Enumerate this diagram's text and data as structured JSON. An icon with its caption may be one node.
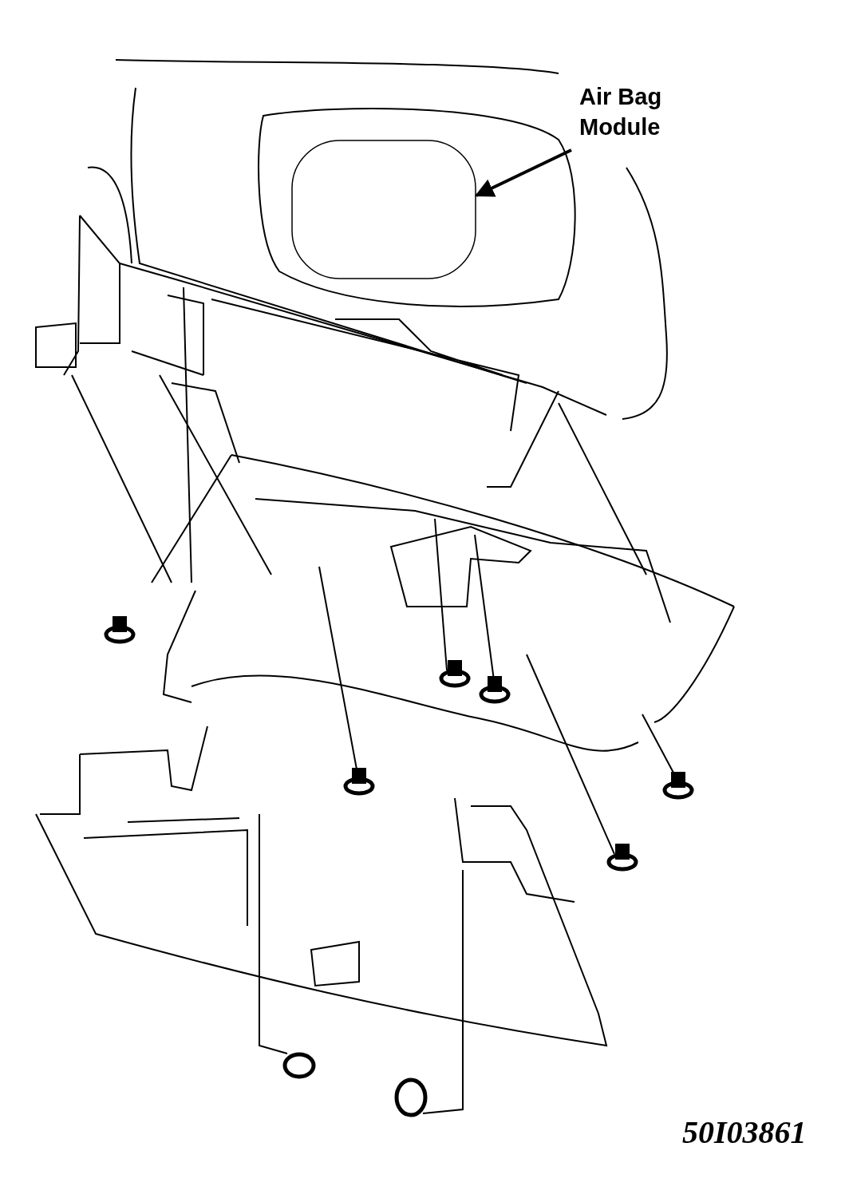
{
  "diagram": {
    "nodes": [
      {
        "text": [
          "Air Bag Module"
        ]
      },
      {
        "text": [],
        "shape": "box"
      }
    ],
    "edges": [
      {
        "from": 0,
        "to": 1,
        "arrow": "to"
      }
    ],
    "labels": [
      "50I03861"
    ]
  }
}
